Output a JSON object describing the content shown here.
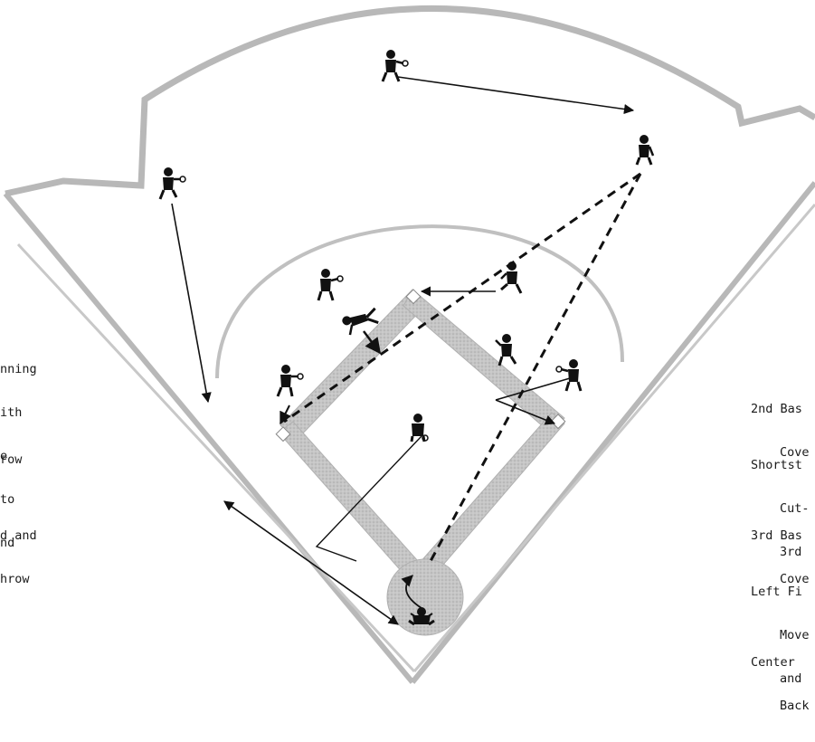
{
  "left_notes": [
    {
      "id": "a",
      "lines": [
        "nning",
        "ith",
        "e",
        "to",
        "nd"
      ]
    },
    {
      "id": "b",
      "lines": [
        "row"
      ]
    },
    {
      "id": "c",
      "lines": [
        "d and",
        "hrow"
      ]
    }
  ],
  "right_notes": [
    {
      "id": "second-base",
      "title": "2nd Bas",
      "lines": [
        "Cove"
      ]
    },
    {
      "id": "shortstop",
      "title": "Shortst",
      "lines": [
        "Cut-",
        "3rd"
      ]
    },
    {
      "id": "third-base",
      "title": "3rd Bas",
      "lines": [
        "Cove"
      ]
    },
    {
      "id": "left-field",
      "title": "Left Fi",
      "lines": [
        "Move",
        "and"
      ]
    },
    {
      "id": "center-field",
      "title": "Center",
      "lines": [
        "Back"
      ]
    }
  ],
  "colors": {
    "field_outline": "#b8b8b8",
    "infield_path": "#bdbdbd",
    "line": "#111111"
  },
  "icons": {
    "player": "fielder-figure-icon",
    "base": "base-bag-icon",
    "catcher": "catcher-figure-icon"
  }
}
